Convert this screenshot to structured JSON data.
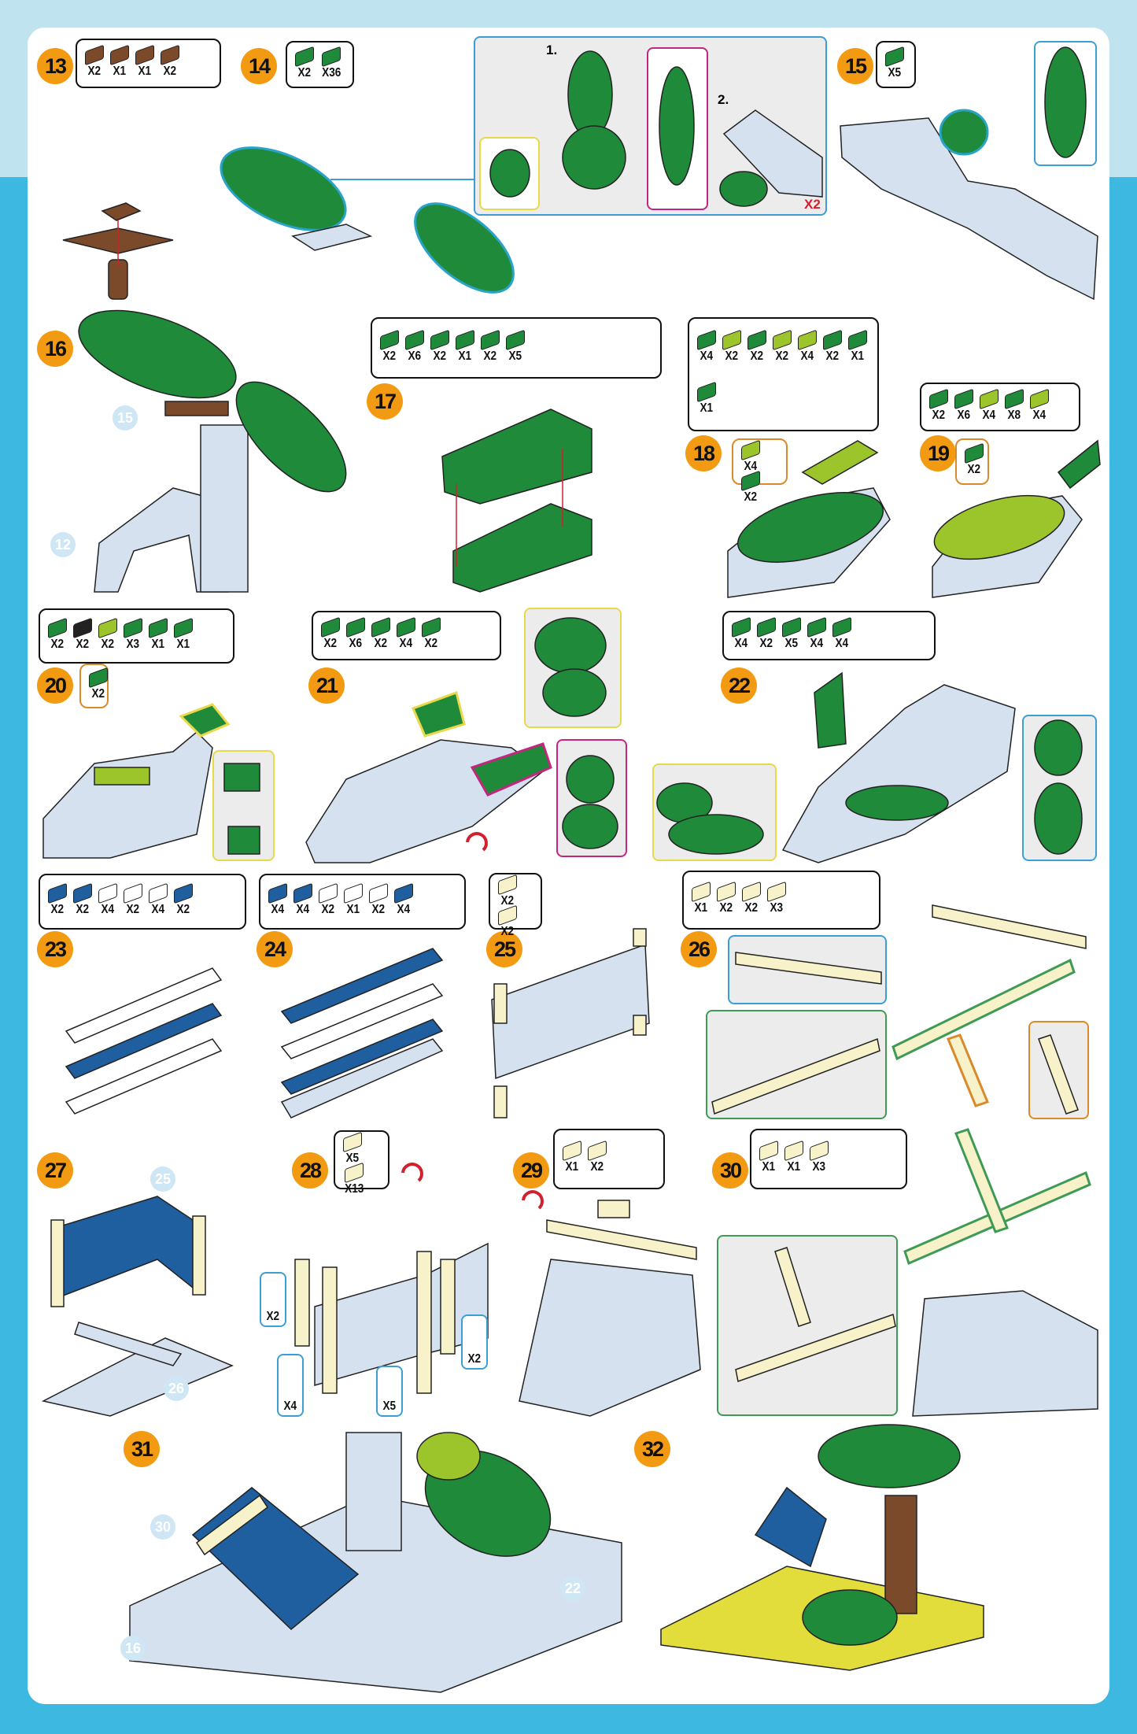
{
  "colors": {
    "brown": "#7b4a2a",
    "green": "#1f8a3a",
    "lime": "#9cc52c",
    "blue": "#1f5fa0",
    "white": "#ffffff",
    "cream": "#f7f2c9",
    "light": "#c9d8ec",
    "black": "#222222",
    "badge": "#f29a12"
  },
  "steps": [
    {
      "number": "13",
      "parts": [
        [
          "brown",
          "X2"
        ],
        [
          "brown",
          "X1"
        ],
        [
          "brown",
          "X1"
        ],
        [
          "brown",
          "X2"
        ]
      ]
    },
    {
      "number": "14",
      "parts": [
        [
          "green",
          "X2"
        ],
        [
          "green",
          "X36"
        ]
      ]
    },
    {
      "number": "15",
      "parts": [
        [
          "green",
          "X5"
        ]
      ]
    },
    {
      "number": "16",
      "parts": []
    },
    {
      "number": "17",
      "parts": [
        [
          "green",
          "X2"
        ],
        [
          "green",
          "X6"
        ],
        [
          "green",
          "X2"
        ],
        [
          "green",
          "X1"
        ],
        [
          "green",
          "X2"
        ],
        [
          "green",
          "X5"
        ]
      ]
    },
    {
      "number": "18",
      "parts": [
        [
          "green",
          "X4"
        ],
        [
          "lime",
          "X2"
        ],
        [
          "green",
          "X2"
        ],
        [
          "lime",
          "X2"
        ],
        [
          "lime",
          "X4"
        ],
        [
          "green",
          "X2"
        ],
        [
          "green",
          "X1"
        ],
        [
          "green",
          "X1"
        ]
      ],
      "extra": [
        [
          "lime",
          "X4"
        ],
        [
          "green",
          "X2"
        ]
      ]
    },
    {
      "number": "19",
      "parts": [
        [
          "green",
          "X2"
        ],
        [
          "green",
          "X6"
        ],
        [
          "lime",
          "X4"
        ],
        [
          "green",
          "X8"
        ],
        [
          "lime",
          "X4"
        ]
      ],
      "extra": [
        [
          "green",
          "X2"
        ]
      ]
    },
    {
      "number": "20",
      "parts": [
        [
          "green",
          "X2"
        ],
        [
          "black",
          "X2"
        ],
        [
          "lime",
          "X2"
        ],
        [
          "green",
          "X3"
        ],
        [
          "green",
          "X1"
        ],
        [
          "green",
          "X1"
        ]
      ],
      "extra": [
        [
          "green",
          "X2"
        ]
      ]
    },
    {
      "number": "21",
      "parts": [
        [
          "green",
          "X2"
        ],
        [
          "green",
          "X6"
        ],
        [
          "green",
          "X2"
        ],
        [
          "green",
          "X4"
        ],
        [
          "green",
          "X2"
        ]
      ]
    },
    {
      "number": "22",
      "parts": [
        [
          "green",
          "X4"
        ],
        [
          "green",
          "X2"
        ],
        [
          "green",
          "X5"
        ],
        [
          "green",
          "X4"
        ],
        [
          "green",
          "X4"
        ]
      ]
    },
    {
      "number": "23",
      "parts": [
        [
          "blue",
          "X2"
        ],
        [
          "blue",
          "X2"
        ],
        [
          "white",
          "X4"
        ],
        [
          "white",
          "X2"
        ],
        [
          "white",
          "X4"
        ],
        [
          "blue",
          "X2"
        ]
      ]
    },
    {
      "number": "24",
      "parts": [
        [
          "blue",
          "X4"
        ],
        [
          "blue",
          "X4"
        ],
        [
          "white",
          "X2"
        ],
        [
          "white",
          "X1"
        ],
        [
          "white",
          "X2"
        ],
        [
          "blue",
          "X4"
        ]
      ]
    },
    {
      "number": "25",
      "parts": [
        [
          "cream",
          "X2"
        ],
        [
          "cream",
          "X2"
        ]
      ]
    },
    {
      "number": "26",
      "parts": [
        [
          "cream",
          "X1"
        ],
        [
          "cream",
          "X2"
        ],
        [
          "cream",
          "X2"
        ],
        [
          "cream",
          "X3"
        ]
      ]
    },
    {
      "number": "27",
      "parts": []
    },
    {
      "number": "28",
      "parts": [
        [
          "cream",
          "X5"
        ],
        [
          "cream",
          "X13"
        ]
      ]
    },
    {
      "number": "29",
      "parts": [
        [
          "cream",
          "X1"
        ],
        [
          "cream",
          "X2"
        ]
      ]
    },
    {
      "number": "30",
      "parts": [
        [
          "cream",
          "X1"
        ],
        [
          "cream",
          "X1"
        ],
        [
          "cream",
          "X3"
        ]
      ]
    },
    {
      "number": "31",
      "parts": []
    },
    {
      "number": "32",
      "parts": []
    }
  ],
  "sub_labels": {
    "one": "1.",
    "two": "2.",
    "times_two": "X2"
  },
  "callout_counts": {
    "c28a": "X2",
    "c28b": "X4",
    "c28c": "X5",
    "c28d": "X2"
  },
  "refs": {
    "r15": "15",
    "r12": "12",
    "r25": "25",
    "r26": "26",
    "r30": "30",
    "r22": "22",
    "r16": "16"
  }
}
